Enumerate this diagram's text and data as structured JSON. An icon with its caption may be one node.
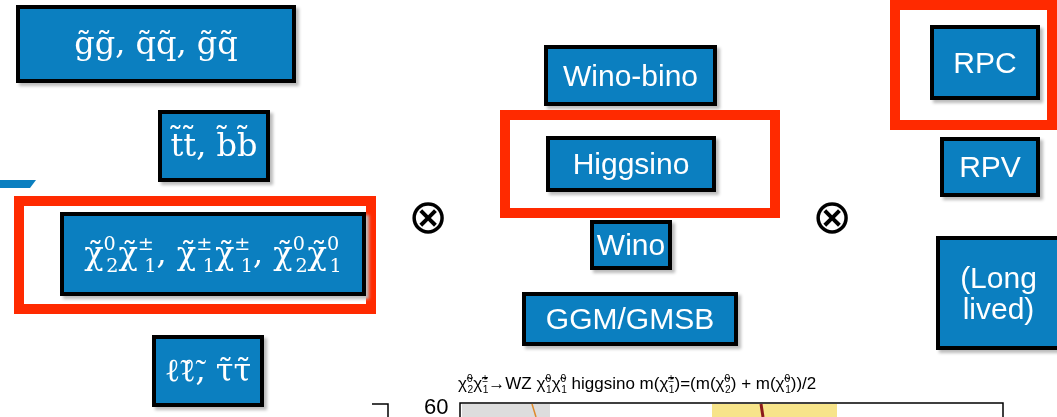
{
  "diagram": {
    "nodes": [
      {
        "text": [
          "g̃g̃, q̃q̃, g̃q̃"
        ]
      },
      {
        "text": [
          "t̃t̃, b̃b̃"
        ]
      },
      {
        "text": [],
        "shape": "box"
      },
      {
        "text": [
          "χ̃$^{0}$$_{2}$χ̃$^{±}$$_{1}$, χ̃$^{±}$$_{1}$χ̃$^{±}$$_{1}$, χ̃$^{0}$$_{2}$χ̃$^{0}$$_{1}$"
        ],
        "in": 2
      },
      {
        "text": [
          "ℓ̃ℓ̃, τ̃τ̃"
        ]
      },
      {
        "text": [
          "Wino-bino"
        ]
      },
      {
        "text": [],
        "shape": "box"
      },
      {
        "text": [
          "Higgsino"
        ],
        "in": 6
      },
      {
        "text": [
          "Wino"
        ]
      },
      {
        "text": [
          "GGM/GMSB"
        ]
      },
      {
        "text": [],
        "shape": "box"
      },
      {
        "text": [
          "RPC"
        ],
        "in": 10
      },
      {
        "text": [
          "RPV"
        ]
      },
      {
        "text": [
          "(Long lived)"
        ]
      }
    ],
    "edges": [],
    "labels": [
      "⊗",
      "⊗",
      "χ̃$^{0}$$_{2}$χ̃$^{±}$$_{1}$→WZ χ̃$^{0}$$_{1}$χ̃$^{0}$$_{1}$ higgsino m(χ̃$^{±}$$_{1}$)=(m(χ̃$^{0}$$_{2}$) + m(χ̃$^{0}$$_{1}$))/2",
      "60"
    ]
  }
}
